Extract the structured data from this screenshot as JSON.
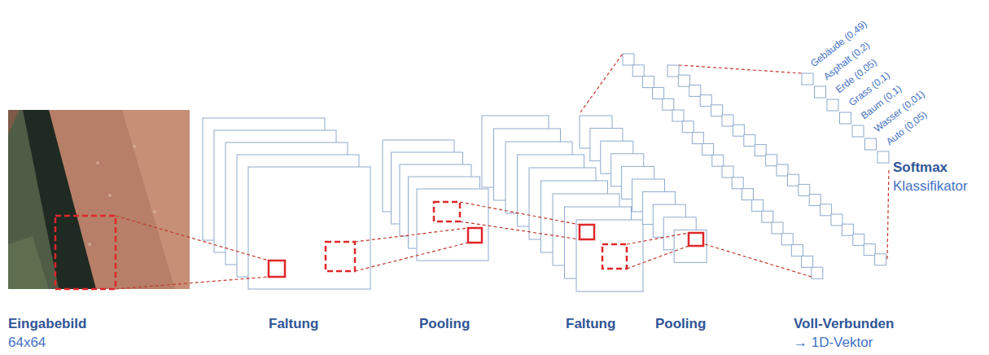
{
  "diagram": {
    "labels": [
      "Gebäude (0,49)",
      "Asphalt (0,2)",
      "Erde (0,05)",
      "Grass (0,1)",
      "Baum (0,1)",
      "Wasser (0,01)",
      "Auto (0,05)",
      "Softmax",
      "Klassifikator",
      "Eingabebild",
      "64x64",
      "Faltung",
      "Pooling",
      "Faltung",
      "Pooling",
      "Voll-Verbunden",
      "→ 1D-Vektor"
    ]
  }
}
